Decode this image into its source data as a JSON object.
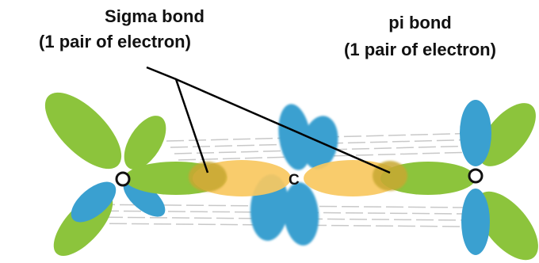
{
  "labels": {
    "sigma_title": "Sigma bond",
    "sigma_sub": "(1 pair of electron)",
    "pi_title": "pi bond",
    "pi_sub": "(1 pair of electron)"
  },
  "atoms": {
    "left": "O",
    "center": "C",
    "right": "O"
  },
  "colors": {
    "green_lobe": "#8cc43c",
    "blue_lobe": "#3aa0d0",
    "sigma_overlap": "#f8c860",
    "overlap_core": "#c8a830",
    "pointer_line": "#000000",
    "dash_lines": "#c8c8c8"
  }
}
